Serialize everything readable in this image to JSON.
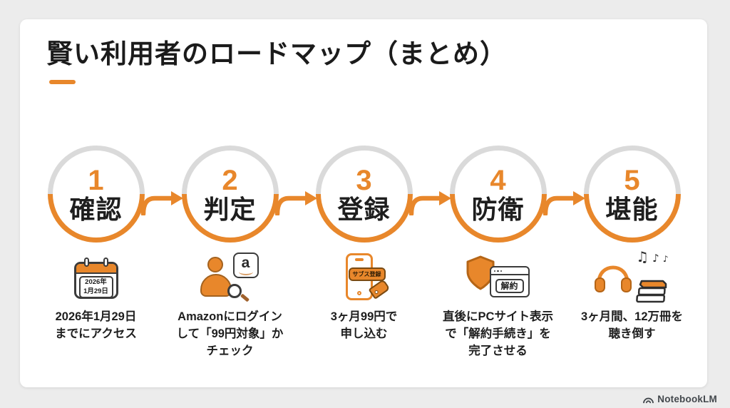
{
  "title": {
    "text": "賢い利用者のロードマップ（まとめ）",
    "accent_color": "#e8872b"
  },
  "steps": [
    {
      "number": "1",
      "label": "確認",
      "icon": "calendar-icon",
      "icon_text": "2026年\n1月29日",
      "caption": "2026年1月29日\nまでにアクセス"
    },
    {
      "number": "2",
      "label": "判定",
      "icon": "amazon-login-search-icon",
      "icon_text": "a",
      "caption": "Amazonにログイン\nして「99円対象」か\nチェック"
    },
    {
      "number": "3",
      "label": "登録",
      "icon": "smartphone-subscribe-icon",
      "icon_text": "サブス登録",
      "caption": "3ヶ月99円で\n申し込む"
    },
    {
      "number": "4",
      "label": "防衛",
      "icon": "shield-cancel-icon",
      "icon_text": "解約",
      "caption": "直後にPCサイト表示\nで「解約手続き」を\n完了させる"
    },
    {
      "number": "5",
      "label": "堪能",
      "icon": "headphones-music-books-icon",
      "icon_notes": {
        "a": "♫",
        "b": "♪",
        "c": "♪"
      },
      "caption": "3ヶ月間、12万冊を\n聴き倒す"
    }
  ],
  "footer": {
    "brand": "NotebookLM"
  },
  "colors": {
    "primary_orange": "#e8872b",
    "ring_gray": "#dadada",
    "text_black": "#1e1e1e",
    "page_background": "#ececec",
    "card_background": "#ffffff"
  }
}
